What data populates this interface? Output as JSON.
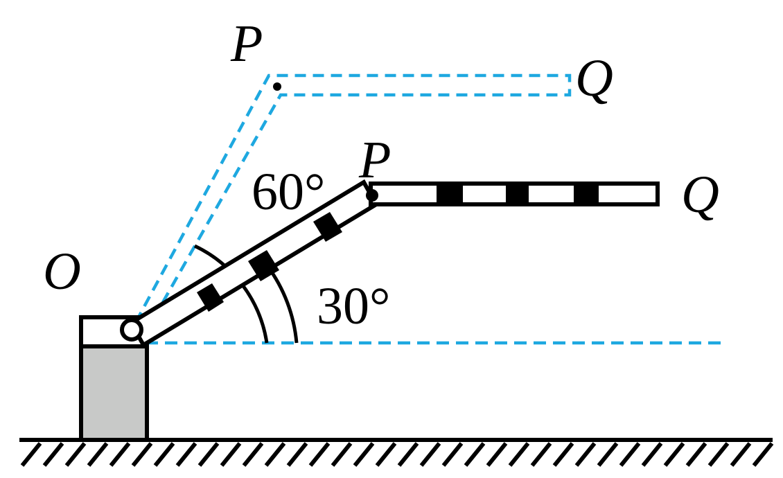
{
  "colors": {
    "ink": "#000000",
    "dashed_outline": "#1ea8e0",
    "post_fill": "#c8c9c8",
    "background": "#ffffff"
  },
  "labels": {
    "pivot": "O",
    "joint_upper": "P",
    "end_upper": "Q",
    "joint_lower": "P",
    "end_lower": "Q",
    "angle_large": "60°",
    "angle_small": "30°"
  }
}
